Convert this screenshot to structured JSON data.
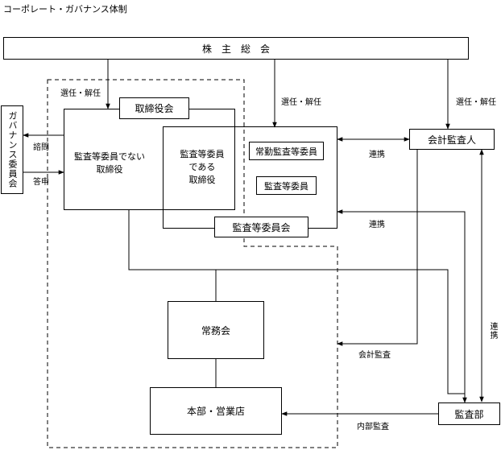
{
  "title": "コーポレート・ガバナンス体制",
  "boxes": {
    "shareholders": "株　主　総　会",
    "board": "取締役会",
    "non_audit_directors": "監査等委員でない\n取締役",
    "audit_directors": "監査等委員\nである\n取締役",
    "fulltime_audit": "常勤監査等委員",
    "audit_member": "監査等委員",
    "audit_committee": "監査等委員会",
    "accounting_auditor": "会計監査人",
    "governance_committee": "ガバナンス委員会",
    "management_meeting": "常務会",
    "hq_branches": "本部・営業店",
    "internal_audit": "監査部"
  },
  "labels": {
    "elect_1": "選任・解任",
    "elect_2": "選任・解任",
    "elect_3": "選任・解任",
    "consult": "諮問",
    "report": "答申",
    "link_1": "連携",
    "link_2": "連携",
    "link_3": "連携",
    "accounting_audit": "会計監査",
    "internal_audit_label": "内部監査"
  }
}
